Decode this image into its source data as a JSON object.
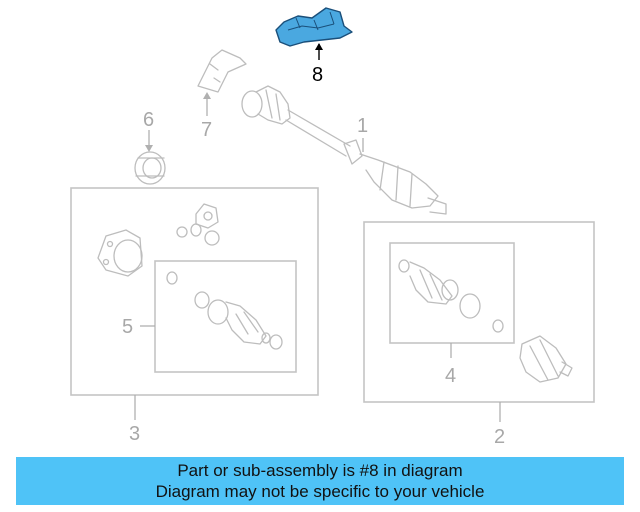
{
  "diagram": {
    "highlight_color": "#4aa8e0",
    "callouts": [
      "8",
      "7",
      "6",
      "1",
      "5",
      "4",
      "3",
      "2"
    ],
    "active_callout": "8"
  },
  "banner": {
    "background": "#4fc3f7",
    "line1": "Part or sub-assembly is #8 in diagram",
    "line2": "Diagram may not be specific to your vehicle"
  }
}
